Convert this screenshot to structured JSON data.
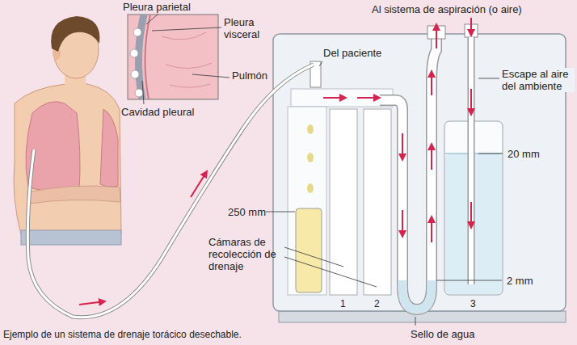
{
  "diagram": {
    "caption": "Ejemplo de un sistema de drenaje torácico desechable.",
    "labels": [
      "Pleura parietal",
      "Pleura visceral",
      "Pulmón",
      "Cavidad pleural",
      "Del paciente",
      "Al sistema de aspiración (o aire)",
      "Escape al aire del ambiente",
      "20 mm",
      "250 mm",
      "Cámaras de recolección de drenaje",
      "1",
      "2",
      "3",
      "2 mm",
      "Sello de agua"
    ]
  }
}
